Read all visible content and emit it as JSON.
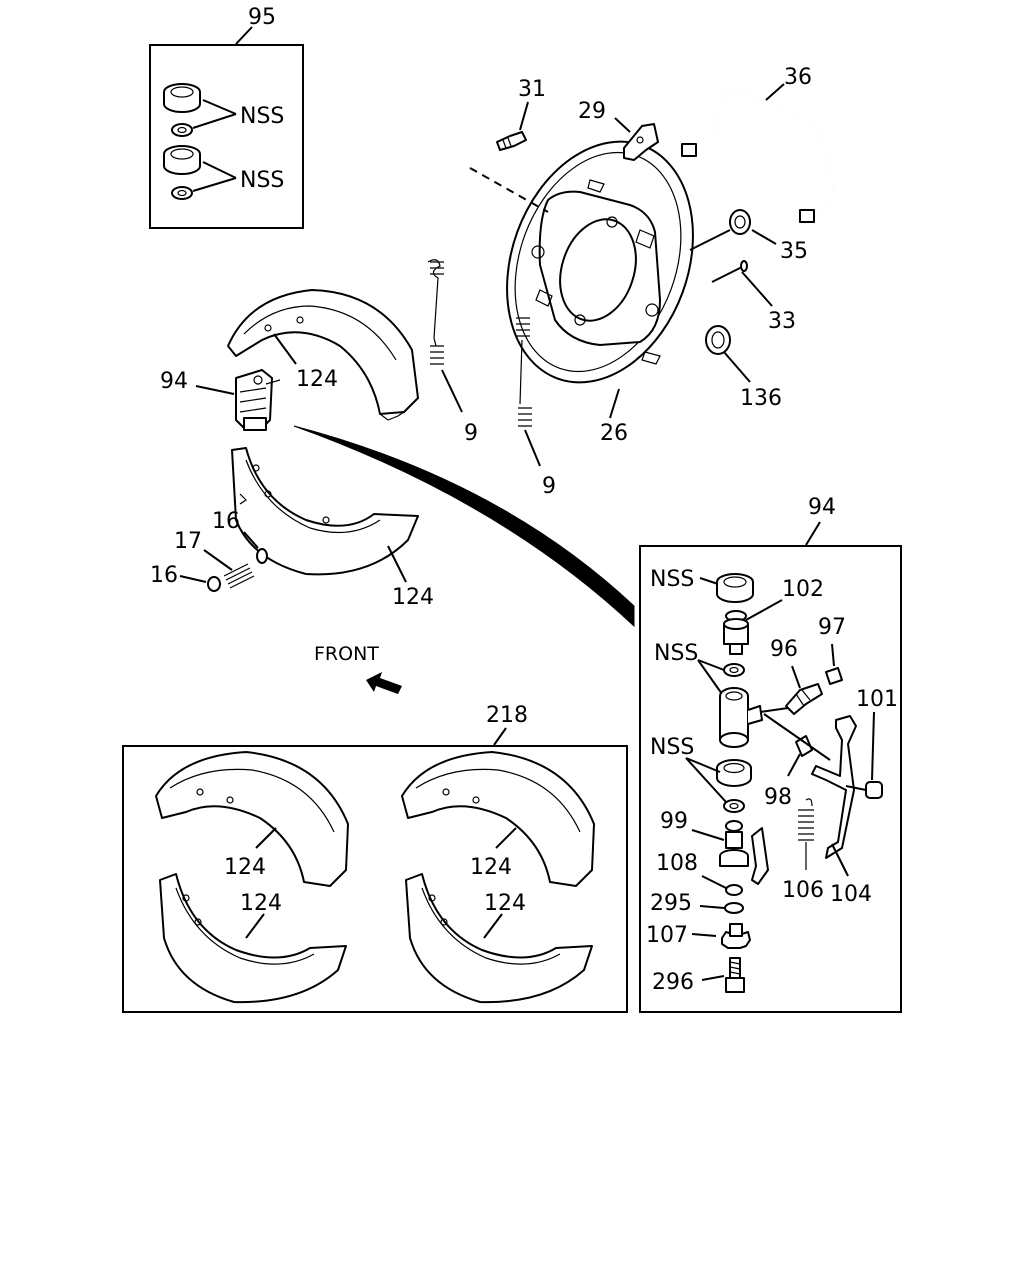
{
  "diagram": {
    "callouts": {
      "c95": "95",
      "nss1": "NSS",
      "nss2": "NSS",
      "c31": "31",
      "c29": "29",
      "c36": "36",
      "c35": "35",
      "c33": "33",
      "c136": "136",
      "c26": "26",
      "c9a": "9",
      "c9b": "9",
      "c124a": "124",
      "c94a": "94",
      "c124b": "124",
      "c16a": "16",
      "c17": "17",
      "c16b": "16",
      "front": "FRONT",
      "c218": "218",
      "c124c": "124",
      "c124d": "124",
      "c124e": "124",
      "c124f": "124",
      "c94b": "94",
      "nss3": "NSS",
      "c102": "102",
      "c97": "97",
      "nss4": "NSS",
      "c96": "96",
      "c101": "101",
      "nss5": "NSS",
      "c98": "98",
      "c99": "99",
      "c108": "108",
      "c106": "106",
      "c104": "104",
      "c295": "295",
      "c107": "107",
      "c296": "296"
    }
  }
}
